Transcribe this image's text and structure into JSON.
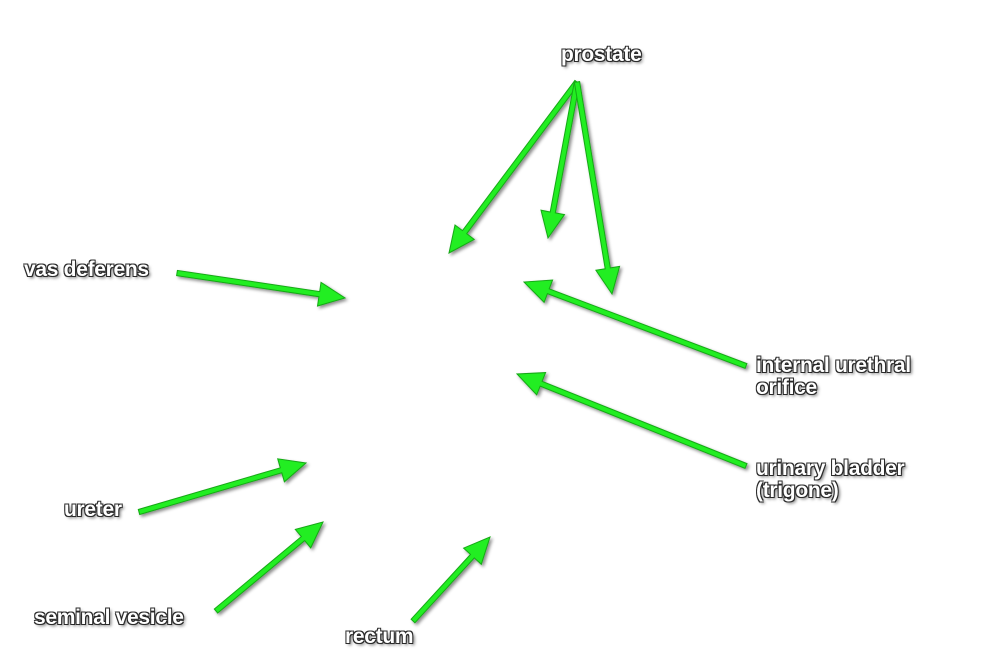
{
  "colors": {
    "arrow_fill": "#22ee22",
    "arrow_stroke": "#14a814",
    "label_text": "#ffffff",
    "label_outline": "#2a2a2a"
  },
  "labels": {
    "prostate": "prostate",
    "vas_deferens": "vas deferens",
    "internal_urethral_orifice_line1": "internal urethral",
    "internal_urethral_orifice_line2": "orifice",
    "urinary_bladder_line1": "urinary bladder",
    "urinary_bladder_line2": "(trigone)",
    "ureter": "ureter",
    "seminal_vesicle": "seminal vesicle",
    "rectum": "rectum"
  }
}
